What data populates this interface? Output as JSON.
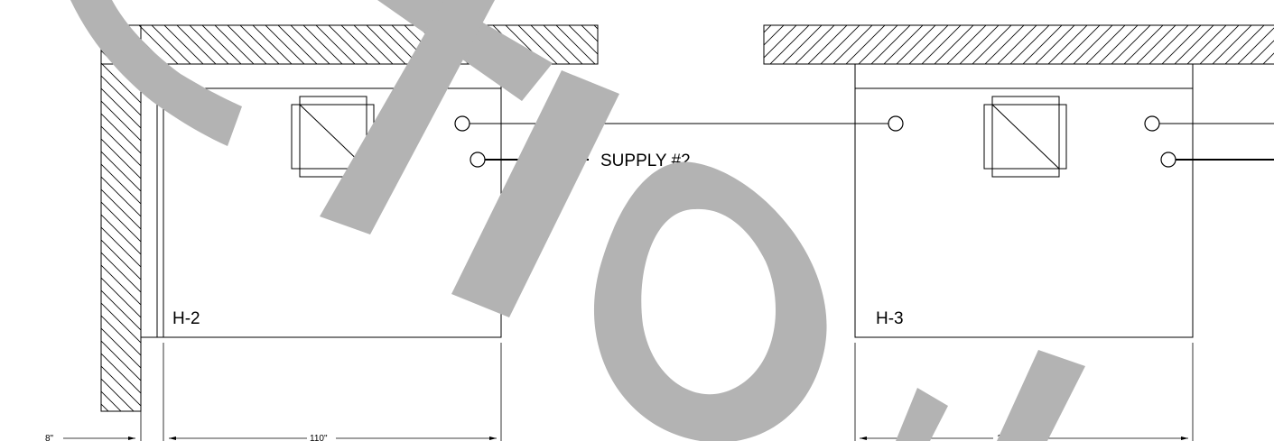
{
  "drawing": {
    "units": {
      "h2": "H-2",
      "h3": "H-3"
    },
    "callouts": {
      "supply2": "SUPPLY #2"
    },
    "dimensions": {
      "wall_thickness": "8\"",
      "h2_width": "110\"",
      "h3_width": "110\""
    },
    "watermark_color": "#b3b3b3",
    "line_color": "#000000"
  }
}
